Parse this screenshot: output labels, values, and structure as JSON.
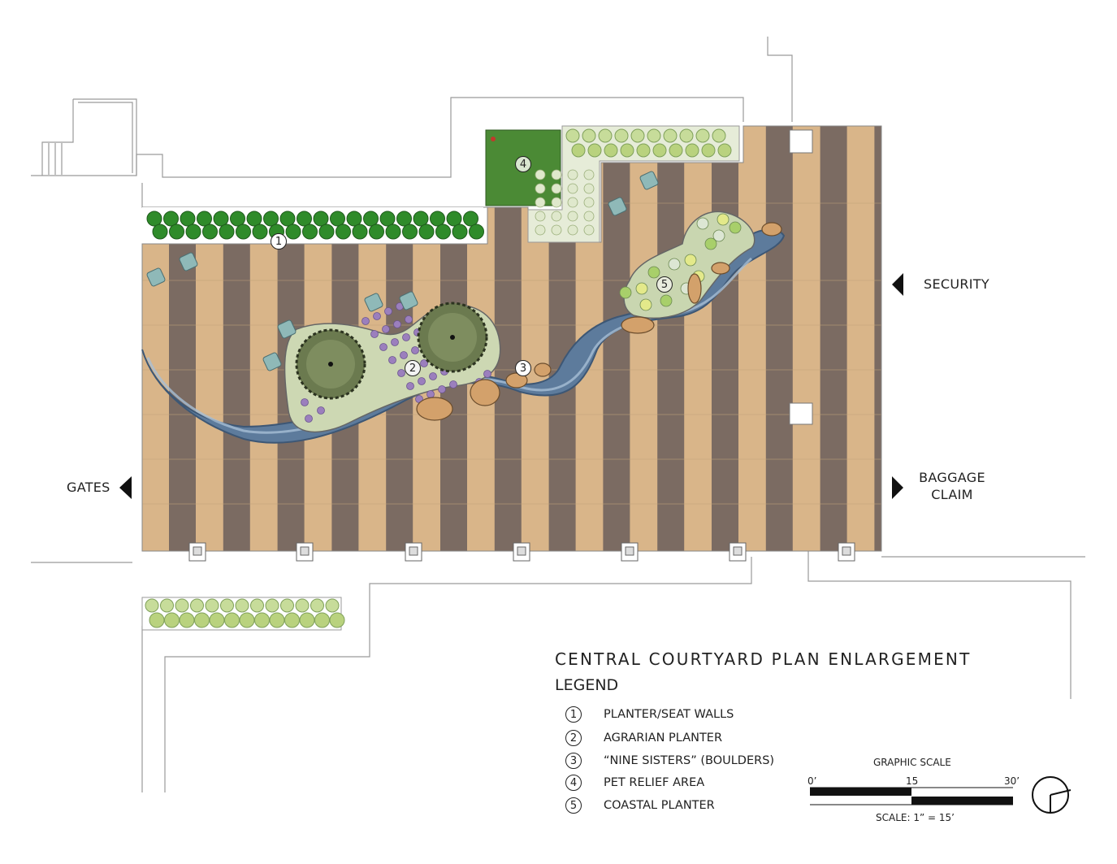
{
  "plan": {
    "title": "CENTRAL COURTYARD PLAN ENLARGEMENT",
    "legend_heading": "LEGEND",
    "legend": [
      {
        "num": "1",
        "label": "PLANTER/SEAT WALLS"
      },
      {
        "num": "2",
        "label": "AGRARIAN PLANTER"
      },
      {
        "num": "3",
        "label": "“NINE SISTERS” (BOULDERS)"
      },
      {
        "num": "4",
        "label": "PET RELIEF AREA"
      },
      {
        "num": "5",
        "label": "COASTAL PLANTER"
      }
    ],
    "callouts": [
      "1",
      "2",
      "3",
      "4",
      "5"
    ]
  },
  "directions": {
    "security": "SECURITY",
    "baggage_line1": "BAGGAGE",
    "baggage_line2": "CLAIM",
    "gates": "GATES"
  },
  "scale": {
    "label": "GRAPHIC SCALE",
    "tick_0": "0’",
    "tick_15": "15",
    "tick_30": "30’",
    "ratio": "SCALE: 1” = 15’"
  },
  "colors": {
    "paving_light": "#d9b589",
    "paving_dark": "#7b6b62",
    "water": "#5d7b9c",
    "lawn": "#4b8a35",
    "shrub": "#2f8b2a",
    "grass_tuft": "#c7dc9a"
  }
}
